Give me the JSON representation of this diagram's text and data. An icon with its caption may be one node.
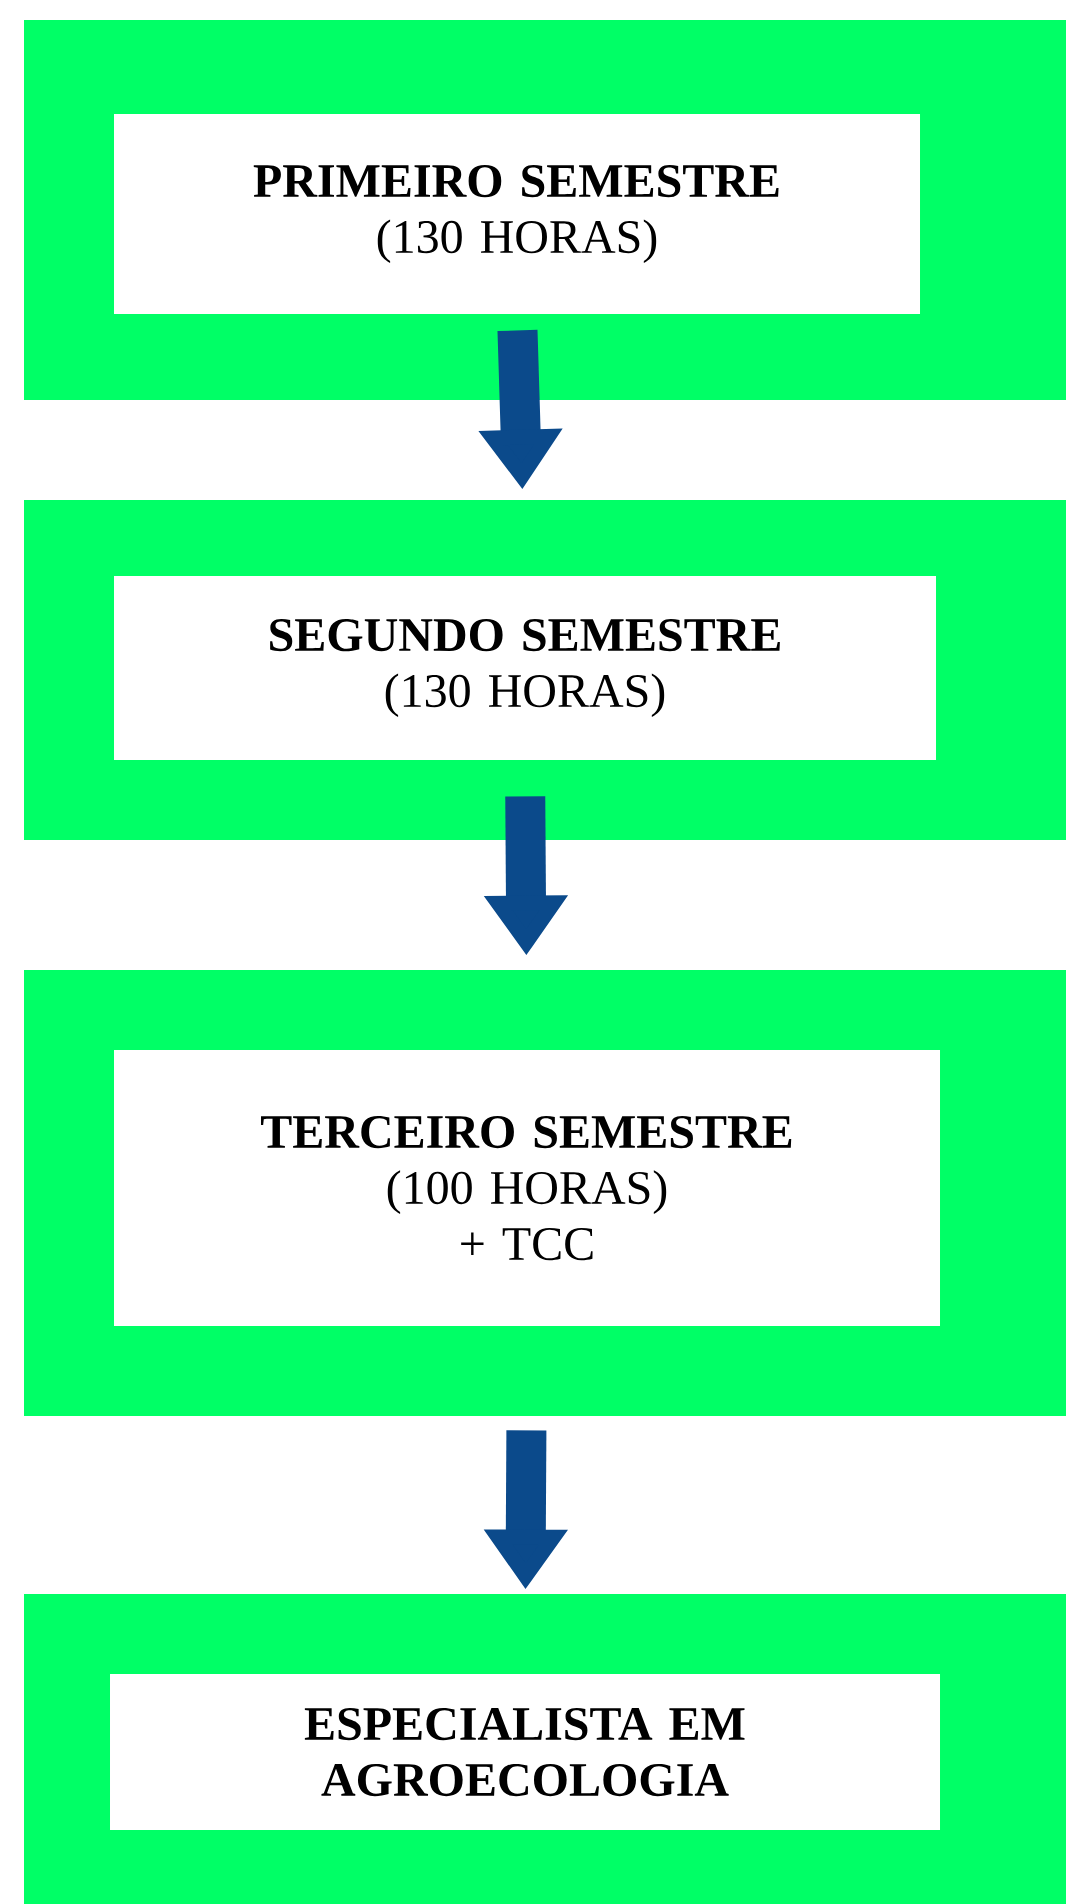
{
  "diagram": {
    "nodes": [
      {
        "text": [
          "PRIMEIRO SEMESTRE",
          "(130 HORAS)"
        ]
      },
      {
        "text": [
          "SEGUNDO SEMESTRE",
          "(130 HORAS)"
        ]
      },
      {
        "text": [
          "TERCEIRO SEMESTRE",
          "(100 HORAS)",
          "+ TCC"
        ]
      },
      {
        "text": [
          "ESPECIALISTA EM AGROECOLOGIA"
        ]
      }
    ],
    "edges": [
      {
        "from": 0,
        "to": 1,
        "arrow": "to"
      },
      {
        "from": 1,
        "to": 2,
        "arrow": "to"
      },
      {
        "from": 2,
        "to": 3,
        "arrow": "to"
      }
    ]
  }
}
